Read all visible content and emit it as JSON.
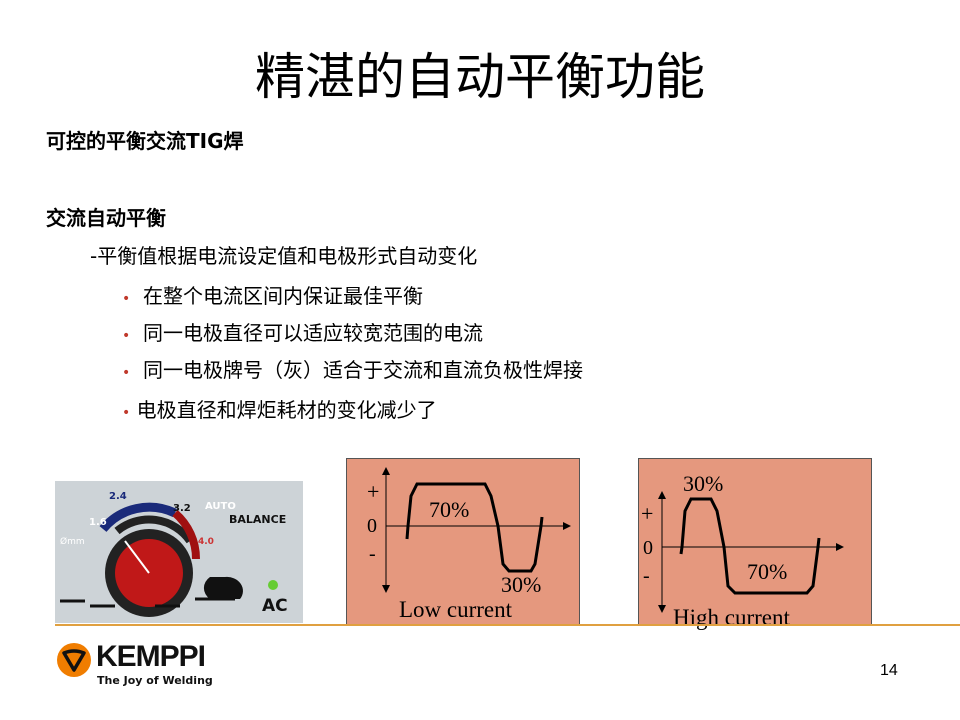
{
  "title": "精湛的自动平衡功能",
  "heading1": "可控的平衡交流TIG焊",
  "heading2": "交流自动平衡",
  "sub": "-平衡值根据电流设定值和电极形式自动变化",
  "bullets": [
    "在整个电流区间内保证最佳平衡",
    "同一电极直径可以适应较宽范围的电流",
    "同一电极牌号（灰）适合于交流和直流负极性焊接",
    "电极直径和焊炬耗材的变化减少了"
  ],
  "panel": {
    "labels": [
      "1.6",
      "2.4",
      "3.2",
      "AUTO",
      "BALANCE",
      "Ømm",
      "4.0",
      "AC"
    ]
  },
  "diagram_low": {
    "plus": "+",
    "zero": "0",
    "minus": "-",
    "pos_pct": "70%",
    "neg_pct": "30%",
    "caption": "Low current"
  },
  "diagram_high": {
    "plus": "+",
    "zero": "0",
    "minus": "-",
    "pos_pct": "30%",
    "neg_pct": "70%",
    "caption": "High current"
  },
  "logo": {
    "name": "KEMPPI",
    "tagline": "The Joy of Welding"
  },
  "page_number": "14",
  "colors": {
    "panel": "#e5987e",
    "accent": "#e0a040",
    "logo": "#f07d00"
  }
}
